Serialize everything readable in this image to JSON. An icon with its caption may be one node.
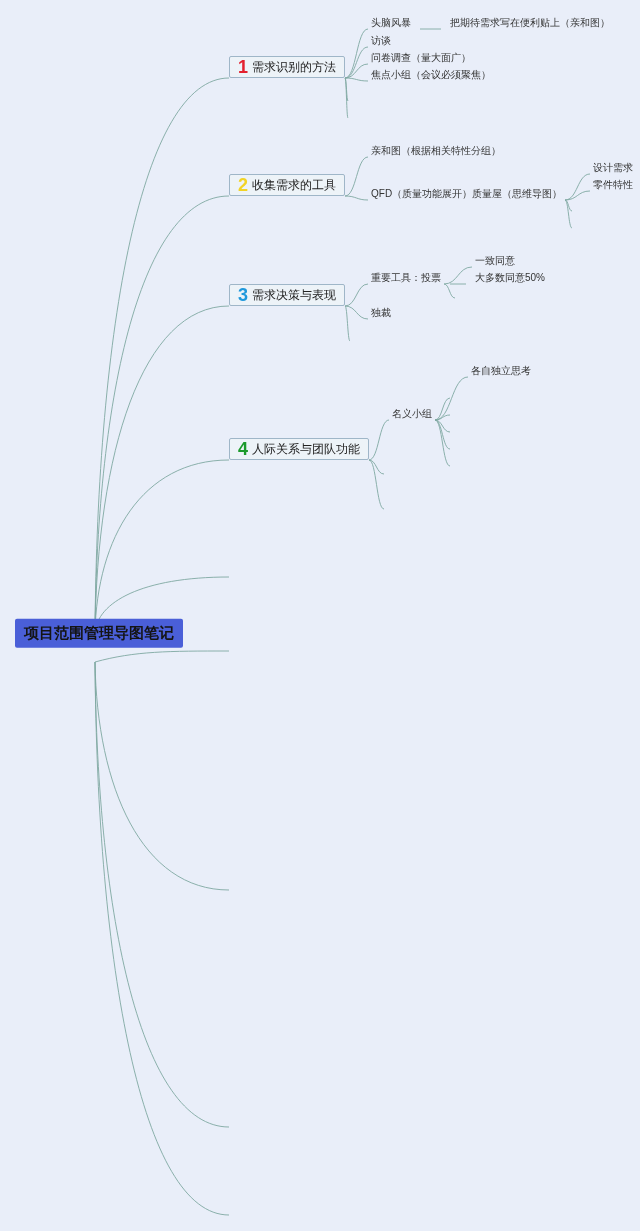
{
  "diagram": {
    "nodes": [
      {
        "text": [
          "项目范围管理导图笔记"
        ]
      },
      {
        "text": [
          "1",
          "需求识别的方法"
        ]
      },
      {
        "text": [
          "头脑风暴"
        ]
      },
      {
        "text": [
          "把期待需求写在便利贴上（亲和图）"
        ]
      },
      {
        "text": [
          "访谈"
        ]
      },
      {
        "text": [
          "问卷调查（量大面广）"
        ]
      },
      {
        "text": [
          "焦点小组（会议必须聚焦）"
        ]
      },
      {
        "text": [
          "2",
          "收集需求的工具"
        ]
      },
      {
        "text": [
          "亲和图（根据相关特性分组）"
        ]
      },
      {
        "text": [
          "QFD（质量功能展开）质量屋（思维导图）"
        ]
      },
      {
        "text": [
          "设计需求"
        ]
      },
      {
        "text": [
          "零件特性"
        ]
      },
      {
        "text": [
          "3",
          "需求决策与表现"
        ]
      },
      {
        "text": [
          "重要工具：投票"
        ]
      },
      {
        "text": [
          "一致同意"
        ]
      },
      {
        "text": [
          "大多数同意50%"
        ]
      },
      {
        "text": [
          "独裁"
        ]
      },
      {
        "text": [
          "4",
          "人际关系与团队功能"
        ]
      },
      {
        "text": [
          "名义小组"
        ]
      },
      {
        "text": [
          "各自独立思考"
        ]
      }
    ],
    "edges": [
      {
        "from": 0,
        "to": 1,
        "arrow": "none"
      },
      {
        "from": 0,
        "to": 7,
        "arrow": "none"
      },
      {
        "from": 0,
        "to": 12,
        "arrow": "none"
      },
      {
        "from": 0,
        "to": 17,
        "arrow": "none"
      },
      {
        "from": 0,
        "to": null,
        "arrow": "none"
      },
      {
        "from": 0,
        "to": null,
        "arrow": "none"
      },
      {
        "from": 0,
        "to": null,
        "arrow": "none"
      },
      {
        "from": 0,
        "to": null,
        "arrow": "none"
      },
      {
        "from": 0,
        "to": null,
        "arrow": "none"
      },
      {
        "from": 1,
        "to": 2,
        "arrow": "none"
      },
      {
        "from": 1,
        "to": 4,
        "arrow": "none"
      },
      {
        "from": 1,
        "to": 5,
        "arrow": "none"
      },
      {
        "from": 1,
        "to": 6,
        "arrow": "none"
      },
      {
        "from": 1,
        "to": null,
        "arrow": "none"
      },
      {
        "from": 1,
        "to": null,
        "arrow": "none"
      },
      {
        "from": 2,
        "to": 3,
        "arrow": "none"
      },
      {
        "from": 7,
        "to": 8,
        "arrow": "none"
      },
      {
        "from": 7,
        "to": 9,
        "arrow": "none"
      },
      {
        "from": 9,
        "to": 10,
        "arrow": "none"
      },
      {
        "from": 9,
        "to": 11,
        "arrow": "none"
      },
      {
        "from": 9,
        "to": null,
        "arrow": "none"
      },
      {
        "from": 9,
        "to": null,
        "arrow": "none"
      },
      {
        "from": 12,
        "to": 13,
        "arrow": "none"
      },
      {
        "from": 12,
        "to": 16,
        "arrow": "none"
      },
      {
        "from": 12,
        "to": null,
        "arrow": "none"
      },
      {
        "from": 13,
        "to": 14,
        "arrow": "none"
      },
      {
        "from": 13,
        "to": 15,
        "arrow": "none"
      },
      {
        "from": 13,
        "to": null,
        "arrow": "none"
      },
      {
        "from": 17,
        "to": 18,
        "arrow": "none"
      },
      {
        "from": 17,
        "to": null,
        "arrow": "none"
      },
      {
        "from": 17,
        "to": null,
        "arrow": "none"
      },
      {
        "from": 18,
        "to": 19,
        "arrow": "none"
      },
      {
        "from": 18,
        "to": null,
        "arrow": "none"
      },
      {
        "from": 18,
        "to": null,
        "arrow": "none"
      },
      {
        "from": 18,
        "to": null,
        "arrow": "none"
      },
      {
        "from": 18,
        "to": null,
        "arrow": "none"
      },
      {
        "from": 18,
        "to": null,
        "arrow": "none"
      }
    ]
  }
}
